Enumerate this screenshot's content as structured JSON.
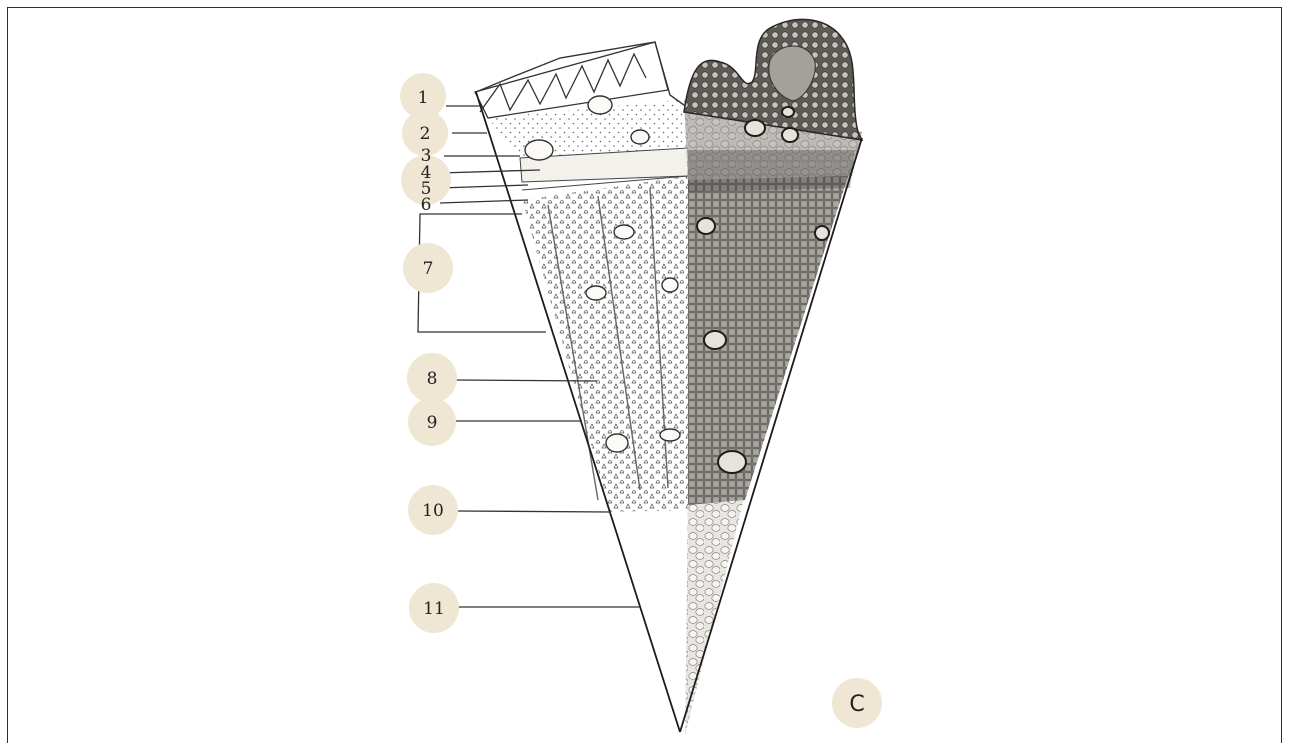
{
  "diagram": {
    "panel_letter": "C",
    "labels": [
      "1",
      "2",
      "3",
      "4",
      "5",
      "6",
      "7",
      "8",
      "9",
      "10",
      "11"
    ]
  },
  "colors": {
    "border": "#1a2a6a",
    "ink": "#222222",
    "label_disc": "#efe6d3",
    "shade": "#6f6b66"
  }
}
